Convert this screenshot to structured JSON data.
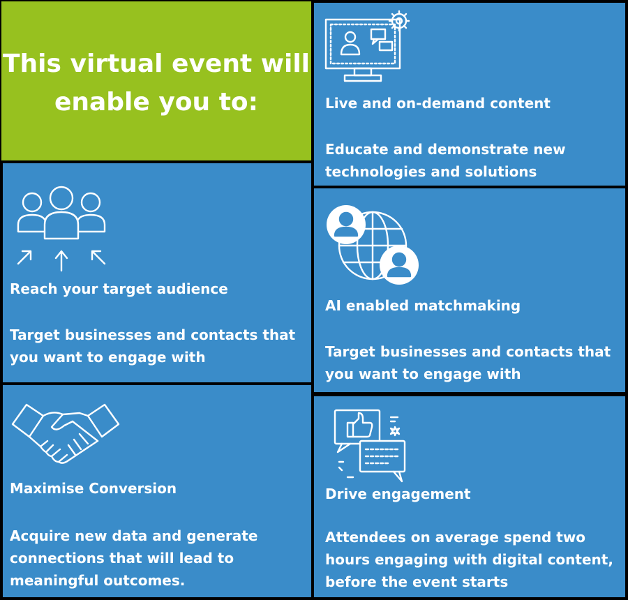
{
  "heading": {
    "line1": "This virtual event will",
    "line2": "enable you to:"
  },
  "cards": {
    "live": {
      "icon": "monitor-chat-gear-icon",
      "title": "Live and on-demand content",
      "desc_line1": "Educate and demonstrate new",
      "desc_line2": "technologies and solutions"
    },
    "reach": {
      "icon": "audience-icon",
      "title": "Reach your target audience",
      "desc_line1": "Target businesses and contacts that",
      "desc_line2": "you want to engage with"
    },
    "ai": {
      "icon": "globe-users-icon",
      "title": "AI enabled matchmaking",
      "desc_line1": "Target businesses and contacts that",
      "desc_line2": "you want to engage with"
    },
    "conversion": {
      "icon": "handshake-icon",
      "title": "Maximise Conversion",
      "desc_line1": "Acquire new data and generate",
      "desc_line2": "connections that will lead to",
      "desc_line3": "meaningful outcomes."
    },
    "engagement": {
      "icon": "thumbs-up-chat-icon",
      "title": "Drive engagement",
      "desc_line1": "Attendees on average spend two",
      "desc_line2": "hours engaging with digital content,",
      "desc_line3": "before the event starts"
    }
  },
  "colors": {
    "background": "#000000",
    "green_panel": "#97c11f",
    "blue_panel": "#3a8cc9",
    "text": "#ffffff"
  }
}
